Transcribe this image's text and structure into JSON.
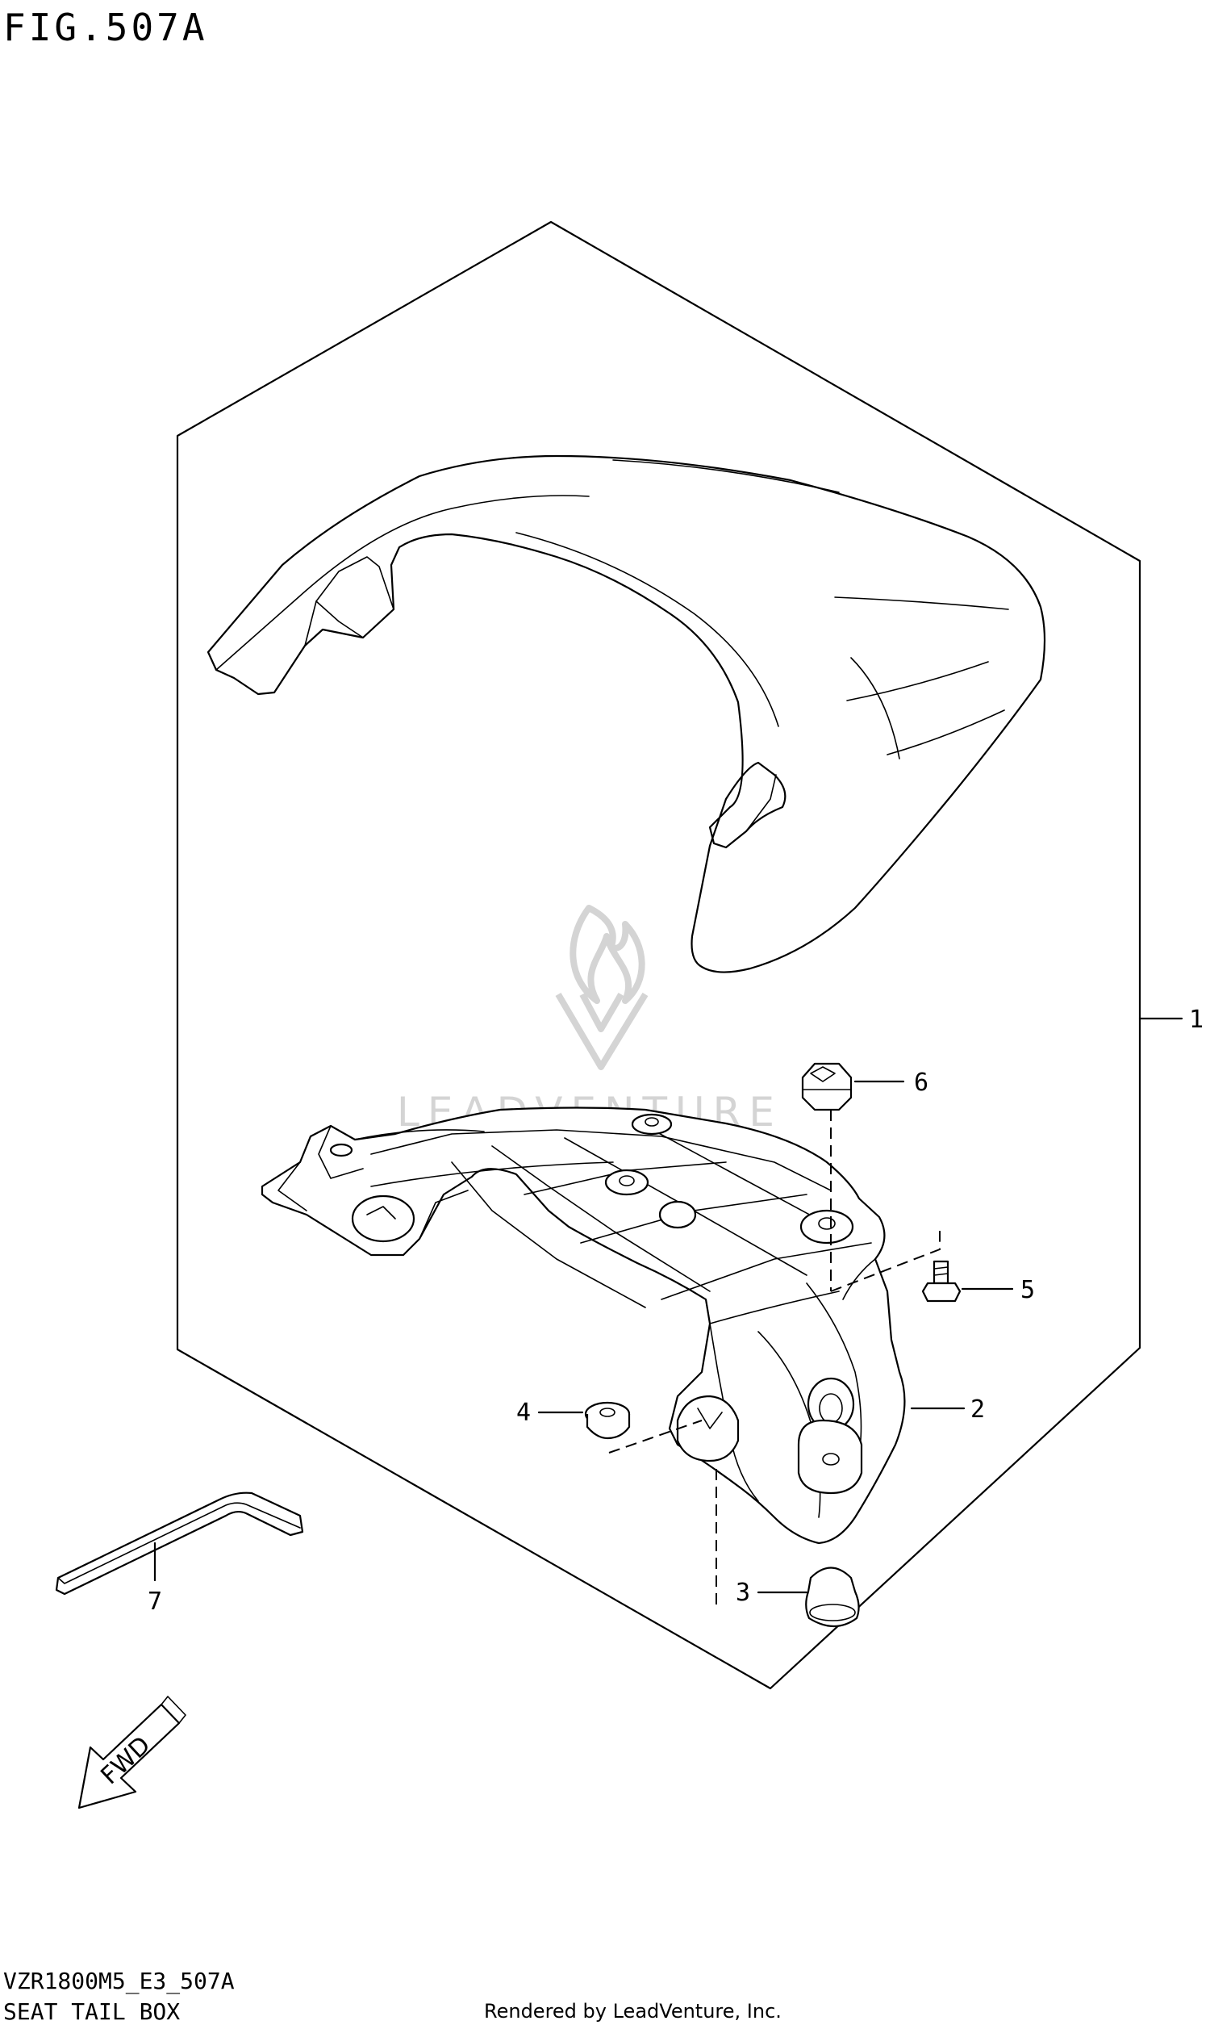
{
  "figure": {
    "title": "FIG.507A",
    "model_code": "VZR1800M5_E3_507A",
    "section_name": "SEAT TAIL BOX",
    "credit": "Rendered by LeadVenture, Inc.",
    "watermark": "LEADVENTURE"
  },
  "callouts": [
    {
      "id": "1",
      "label": "1"
    },
    {
      "id": "2",
      "label": "2"
    },
    {
      "id": "3",
      "label": "3"
    },
    {
      "id": "4",
      "label": "4"
    },
    {
      "id": "5",
      "label": "5"
    },
    {
      "id": "6",
      "label": "6"
    },
    {
      "id": "7",
      "label": "7"
    }
  ],
  "direction_marker": {
    "label": "FWD"
  },
  "icons": {
    "watermark_logo": "leadventure-flame-logo",
    "fwd_arrow": "arrow-down-left-icon"
  },
  "colors": {
    "ink": "#000000",
    "background": "#ffffff",
    "watermark": "#d4d4d4"
  }
}
